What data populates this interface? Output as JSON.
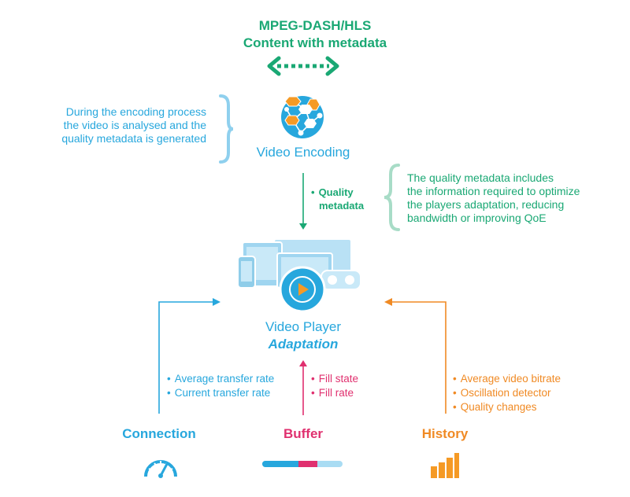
{
  "header": {
    "line1": "MPEG-DASH/HLS",
    "line2": "Content with metadata"
  },
  "encoding": {
    "note": [
      "During the encoding process",
      "the video is analysed and the",
      "quality metadata is generated"
    ],
    "label": "Video Encoding"
  },
  "quality_metadata": {
    "label": [
      "Quality",
      "metadata"
    ],
    "note": [
      "The quality metadata includes",
      "the information required to optimize",
      "the players adaptation, reducing",
      "bandwidth or improving QoE"
    ]
  },
  "player": {
    "line1": "Video Player",
    "line2": "Adaptation"
  },
  "connection": {
    "items": [
      "Average transfer rate",
      "Current transfer rate"
    ],
    "label": "Connection"
  },
  "buffer": {
    "items": [
      "Fill state",
      "Fill rate"
    ],
    "label": "Buffer"
  },
  "history": {
    "items": [
      "Average video bitrate",
      "Oscillation detector",
      "Quality changes"
    ],
    "label": "History"
  },
  "colors": {
    "green": "#1aa874",
    "blue": "#27a7dd",
    "pink": "#e0306f",
    "orange": "#f08a24"
  },
  "icons": {
    "transport": "double-arrow-icon",
    "encoding": "network-hexagon-icon",
    "player": "devices-play-icon",
    "connection": "speedometer-icon",
    "buffer": "buffer-bar-icon",
    "history": "bar-chart-icon"
  }
}
